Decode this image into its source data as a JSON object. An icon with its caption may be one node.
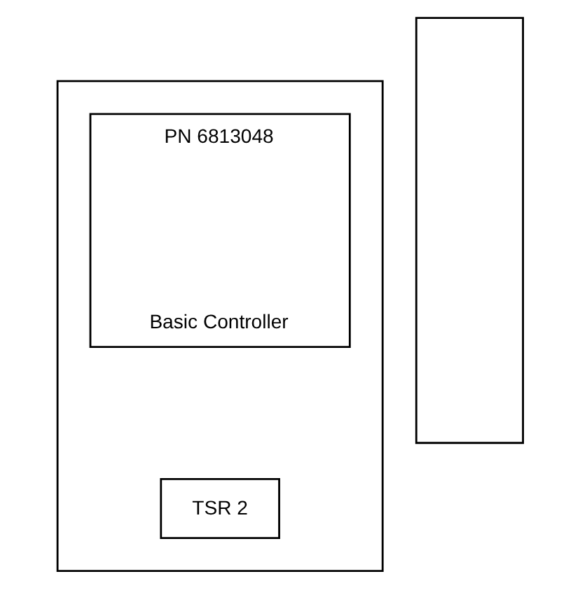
{
  "diagram": {
    "nodes": [
      {
        "text": [],
        "shape": "box"
      },
      {
        "text": [
          "PN 6813048",
          "Basic Controller"
        ],
        "in": 0
      },
      {
        "text": [
          "TSR 2"
        ],
        "in": 0
      },
      {
        "text": [],
        "shape": "box"
      }
    ]
  }
}
